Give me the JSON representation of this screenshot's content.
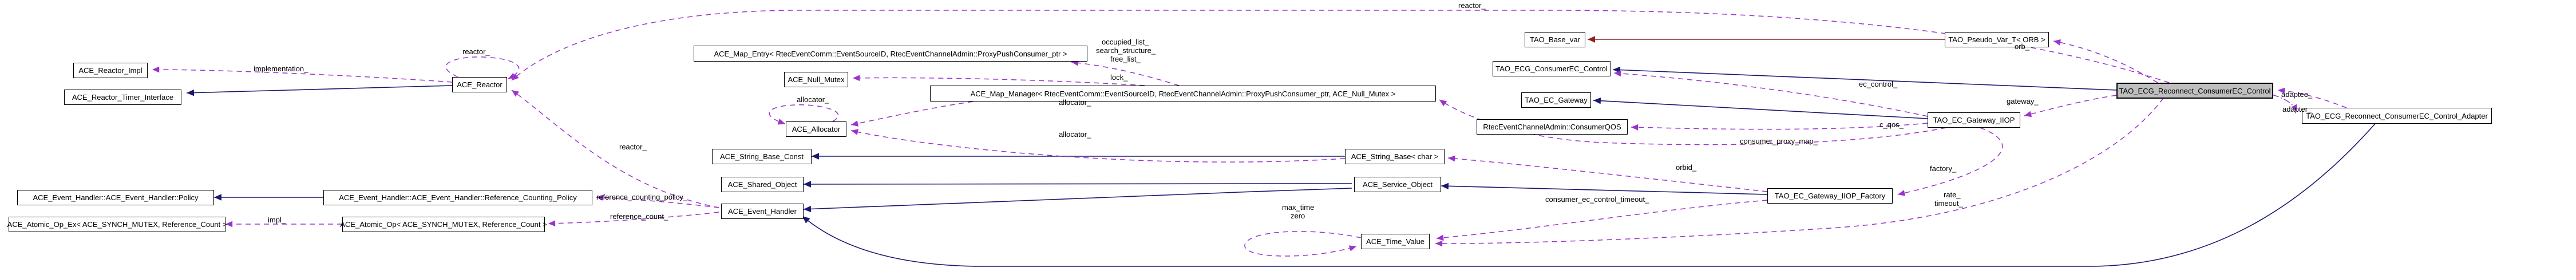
{
  "diagram": {
    "kind": "collaboration-graph",
    "focus_class": "TAO_ECG_Reconnect_ConsumerEC_Control",
    "colors": {
      "inheritance": "#191970",
      "protected_inheritance": "#8b2323",
      "usage": "#9a32cd",
      "focus_fill": "#bfbfbf",
      "node_fill": "#ffffff",
      "border": "#000000"
    },
    "nodes": [
      {
        "label": "ACE_Reactor_Impl"
      },
      {
        "label": "ACE_Reactor_Timer_Interface"
      },
      {
        "label": "ACE_Reactor"
      },
      {
        "label": "ACE_Map_Entry< RtecEventComm::EventSourceID, RtecEventChannelAdmin::ProxyPushConsumer_ptr >"
      },
      {
        "label": "ACE_Null_Mutex"
      },
      {
        "label": "ACE_Allocator"
      },
      {
        "label": "ACE_Map_Manager< RtecEventComm::EventSourceID, RtecEventChannelAdmin::ProxyPushConsumer_ptr, ACE_Null_Mutex >"
      },
      {
        "label": "TAO_Base_var"
      },
      {
        "label": "TAO_ECG_ConsumerEC_Control"
      },
      {
        "label": "TAO_EC_Gateway"
      },
      {
        "label": "RtecEventChannelAdmin::ConsumerQOS"
      },
      {
        "label": "TAO_Pseudo_Var_T< ORB >"
      },
      {
        "label": "TAO_EC_Gateway_IIOP"
      },
      {
        "label": "TAO_ECG_Reconnect_ConsumerEC_Control"
      },
      {
        "label": "TAO_ECG_Reconnect_ConsumerEC_Control_Adapter"
      },
      {
        "label": "TAO_EC_Gateway_IIOP_Factory"
      },
      {
        "label": "ACE_Event_Handler::ACE_Event_Handler::Policy"
      },
      {
        "label": "ACE_Event_Handler::ACE_Event_Handler::Reference_Counting_Policy"
      },
      {
        "label": "ACE_Atomic_Op_Ex< ACE_SYNCH_MUTEX, Reference_Count >"
      },
      {
        "label": "ACE_Atomic_Op< ACE_SYNCH_MUTEX, Reference_Count >"
      },
      {
        "label": "ACE_String_Base_Const"
      },
      {
        "label": "ACE_Shared_Object"
      },
      {
        "label": "ACE_Event_Handler"
      },
      {
        "label": "ACE_String_Base< char >"
      },
      {
        "label": "ACE_Service_Object"
      },
      {
        "label": "ACE_Time_Value"
      }
    ],
    "edge_labels": [
      {
        "text": "implementation_"
      },
      {
        "text": "reactor_"
      },
      {
        "text": "reactor_"
      },
      {
        "text": "reactor_"
      },
      {
        "text": "occupied_list_"
      },
      {
        "text": "search_structure_"
      },
      {
        "text": "free_list_"
      },
      {
        "text": "lock_"
      },
      {
        "text": "allocator_"
      },
      {
        "text": "allocator_"
      },
      {
        "text": "allocator_"
      },
      {
        "text": "consumer_proxy_map_"
      },
      {
        "text": "ec_control_"
      },
      {
        "text": "c_qos_"
      },
      {
        "text": "gateway_"
      },
      {
        "text": "orb_"
      },
      {
        "text": "adaptee_"
      },
      {
        "text": "adapter_"
      },
      {
        "text": "factory_"
      },
      {
        "text": "rate_"
      },
      {
        "text": "timeout_"
      },
      {
        "text": "orbid_"
      },
      {
        "text": "consumer_ec_control_timeout_"
      },
      {
        "text": "max_time"
      },
      {
        "text": "zero"
      },
      {
        "text": "reference_counting_policy_"
      },
      {
        "text": "reference_count_"
      },
      {
        "text": "impl_"
      }
    ]
  }
}
